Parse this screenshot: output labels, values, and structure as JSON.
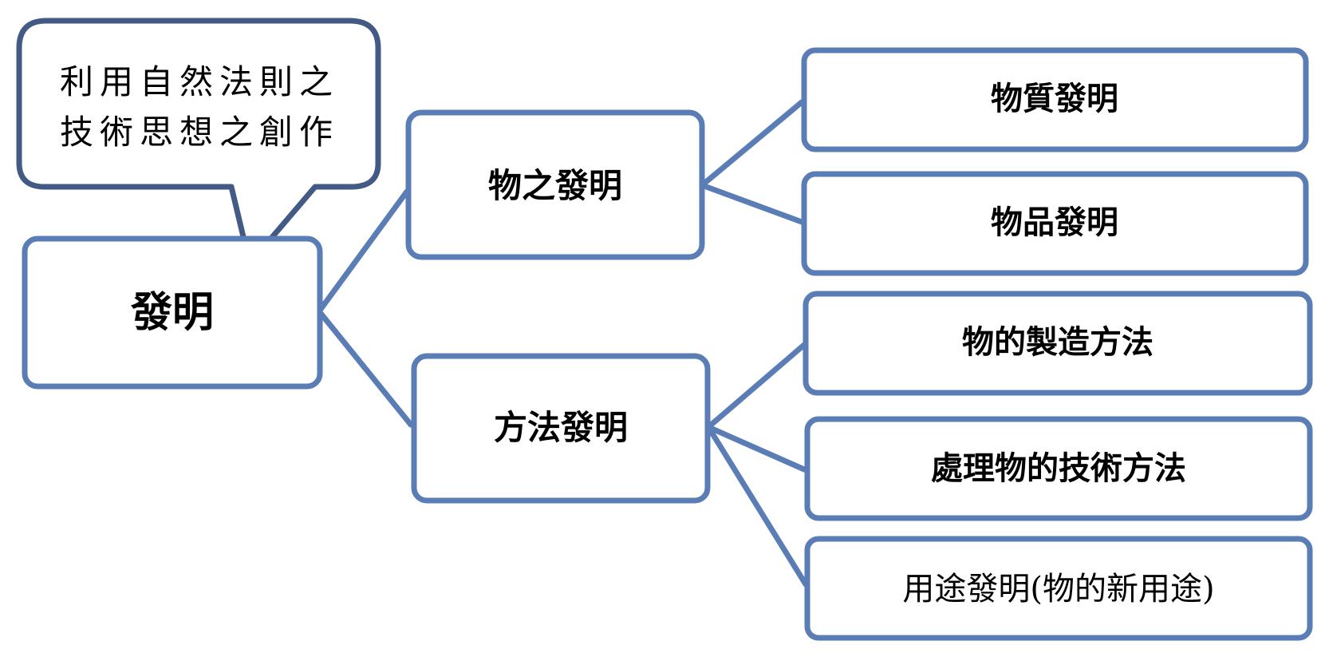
{
  "diagram": {
    "callout": {
      "line1": "利用自然法則之",
      "line2": "技術思想之創作"
    },
    "root": "發明",
    "branch_product": "物之發明",
    "branch_method": "方法發明",
    "leaves_product": [
      "物質發明",
      "物品發明"
    ],
    "leaves_method": [
      "物的製造方法",
      "處理物的技術方法",
      "用途發明(物的新用途)"
    ]
  },
  "colors": {
    "box_border": "#5b7db5",
    "callout_border": "#435a84",
    "connector": "#5b7db5"
  }
}
